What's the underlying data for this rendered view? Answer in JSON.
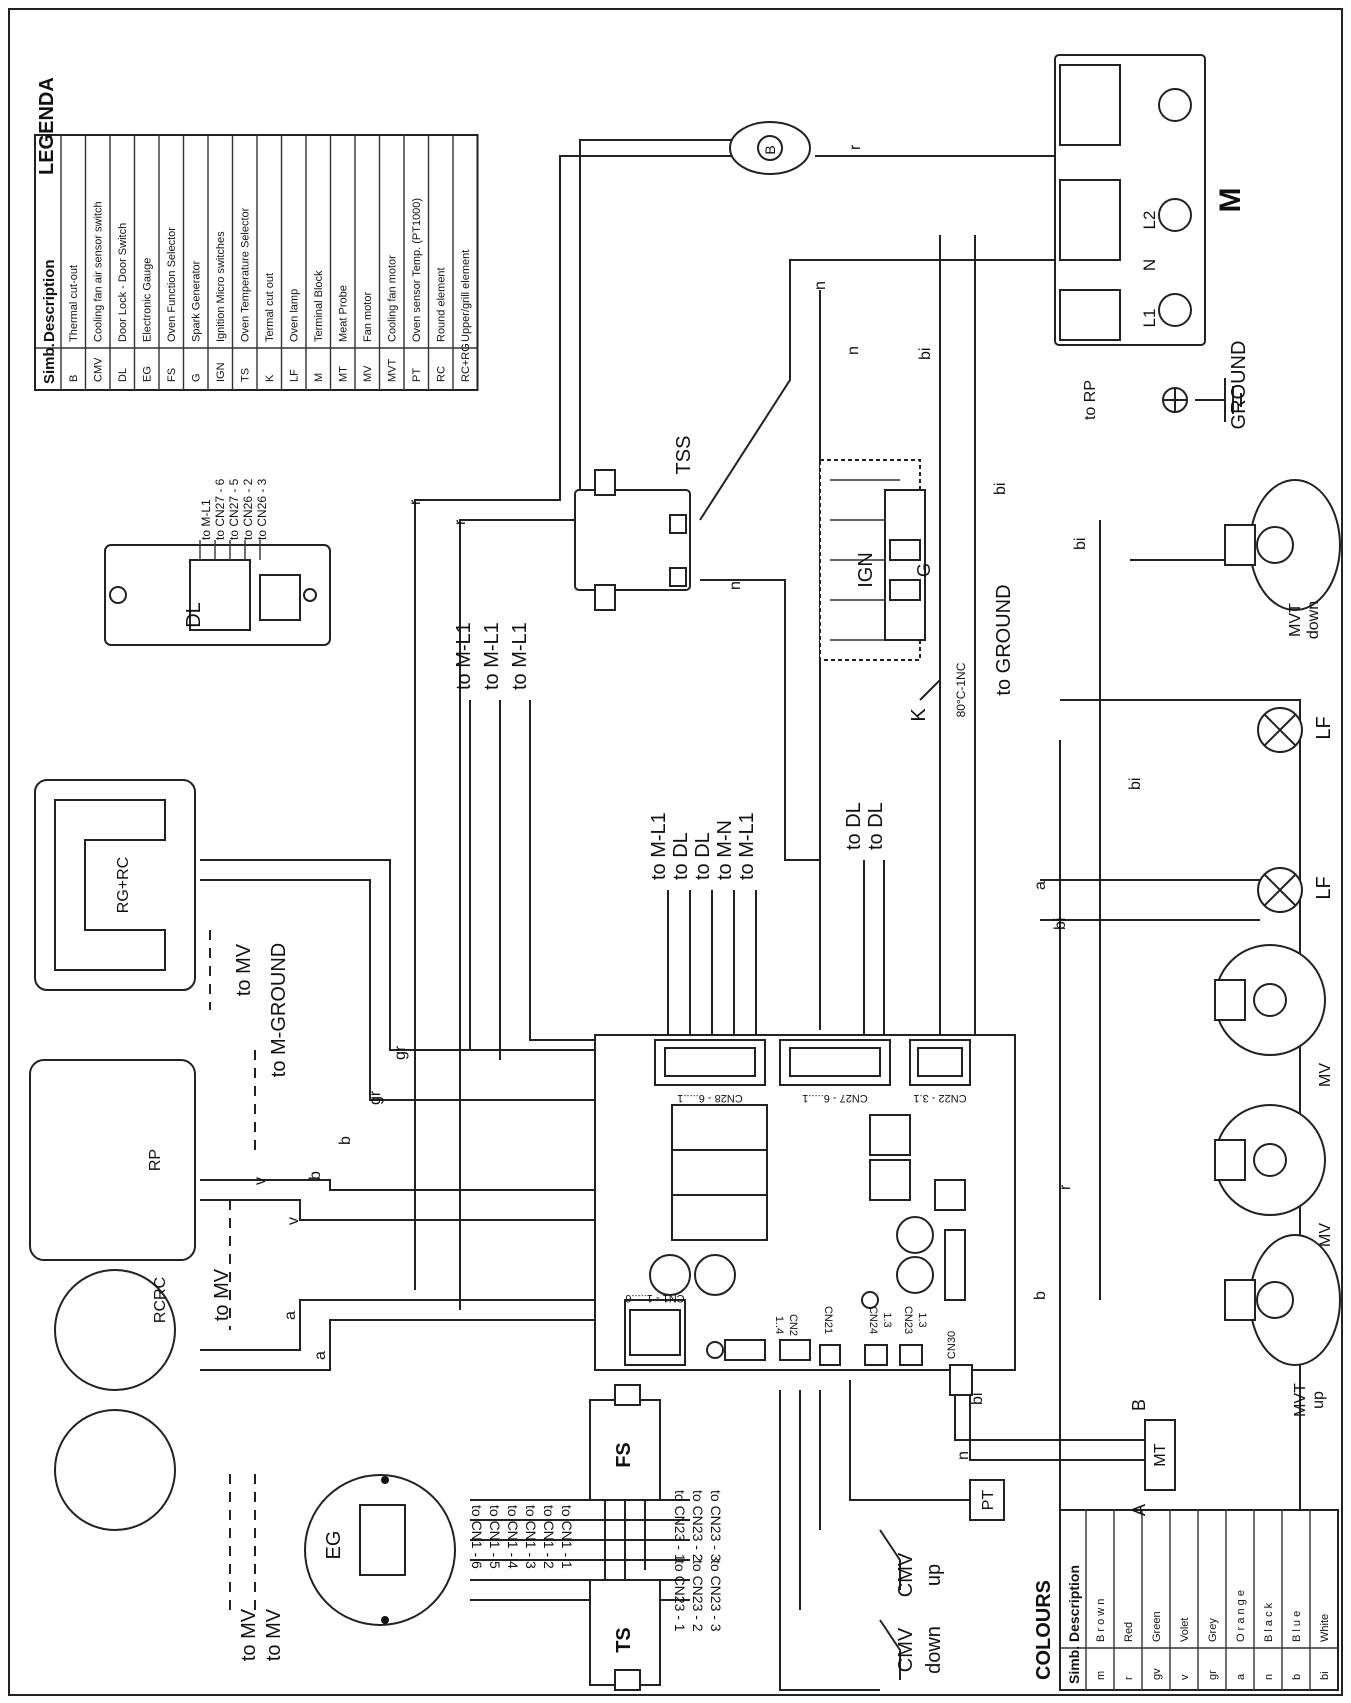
{
  "legend": {
    "title": "LEGENDA",
    "headers": [
      "Simb.",
      "Description"
    ],
    "rows": [
      [
        "B",
        "Thermal cut-out"
      ],
      [
        "CMV",
        "Cooling fan air sensor switch"
      ],
      [
        "DL",
        "Door Lock - Door Switch"
      ],
      [
        "EG",
        "Electronic Gauge"
      ],
      [
        "FS",
        "Oven Function Selector"
      ],
      [
        "G",
        "Spark Generator"
      ],
      [
        "IGN",
        "Ignition Micro switches"
      ],
      [
        "TS",
        "Oven Temperature Selector"
      ],
      [
        "K",
        "Termal cut out"
      ],
      [
        "LF",
        "Oven lamp"
      ],
      [
        "M",
        "Terminal Block"
      ],
      [
        "MT",
        "Meat Probe"
      ],
      [
        "MV",
        "Fan motor"
      ],
      [
        "MVT",
        "Cooling fan motor"
      ],
      [
        "PT",
        "Oven sensor Temp. (PT1000)"
      ],
      [
        "RC",
        "Round element"
      ],
      [
        "RC+RG",
        "Upper/grill element"
      ]
    ]
  },
  "colours": {
    "title": "COLOURS",
    "headers": [
      "Simb.",
      "Description"
    ],
    "rows": [
      [
        "m",
        "B r o w n"
      ],
      [
        "r",
        "Red"
      ],
      [
        "gv",
        "Green"
      ],
      [
        "v",
        "Volet"
      ],
      [
        "gr",
        "Grey"
      ],
      [
        "a",
        "O r a n g e"
      ],
      [
        "n",
        "B l a c k"
      ],
      [
        "b",
        "B l u e"
      ],
      [
        "bi",
        "White"
      ]
    ]
  },
  "components": {
    "dl": "DL",
    "tss": "TSS",
    "b": "B",
    "m": "M",
    "l1": "L1",
    "n": "N",
    "l2": "L2",
    "ground": "GROUND",
    "rp_ground": "to RP",
    "ign": "IGN",
    "g": "G",
    "k": "K",
    "k_rating": "80°C-1NC",
    "to_ground": "to GROUND",
    "mvt_down": "MVT",
    "mvt_down_sub": "down",
    "mvt_up": "MVT",
    "mvt_up_sub": "up",
    "lf": "LF",
    "mv": "MV",
    "mt": "MT",
    "mt_a": "A",
    "mt_b": "B",
    "pt": "PT",
    "rgrc": "RG+RC",
    "rp": "RP",
    "rcrc": "RCRC",
    "eg": "EG",
    "fs": "FS",
    "ts": "TS",
    "cmv_up": "CMV",
    "cmv_up_sub": "up",
    "cmv_down": "CMV",
    "cmv_down_sub": "down"
  },
  "board": {
    "cn28": "CN28 - 6.....1",
    "cn27": "CN27 - 6.....1",
    "cn22": "CN22 - 3.1",
    "cn1": "CN1 - 1.....6",
    "cn2": "CN2",
    "cn2_pins": "1..4",
    "cn21": "CN21",
    "cn24": "CN24",
    "cn24_pins": "1.3",
    "cn23": "CN23",
    "cn23_pins": "1.3",
    "cn30": "CN30"
  },
  "labels": {
    "dl_pins": [
      "to M-L1",
      "to CN27 - 6",
      "to CN27 - 5",
      "to CN26 - 2",
      "to CN26 - 3"
    ],
    "to_ml1_group": [
      "to M-L1",
      "to M-L1",
      "to M-L1"
    ],
    "cn28_group": [
      "to M-L1",
      "to DL",
      "to DL",
      "to M-N",
      "to M-L1"
    ],
    "cn27_group": [
      "to DL",
      "to DL"
    ],
    "to_mv_top": "to MV",
    "to_m_ground": "to M-GROUND",
    "to_mv_rcrc": "to MV",
    "to_mv_bottom": [
      "to MV",
      "to MV"
    ],
    "eg_pins": [
      "to CN1 - 6",
      "to CN1 - 5",
      "to CN1 - 4",
      "to CN1 - 3",
      "to CN1 - 2",
      "to CN1 - 1"
    ],
    "fs_pins": [
      "to CN23 - 1",
      "to CN23 - 2",
      "to CN23 - 3"
    ],
    "ts_pins": [
      "to CN23 - 1",
      "to CN23 - 2",
      "to CN23 - 3"
    ]
  },
  "wire_codes": {
    "r": "r",
    "n": "n",
    "bi": "bi",
    "a": "a",
    "b": "b",
    "v": "v",
    "gr": "gr"
  }
}
